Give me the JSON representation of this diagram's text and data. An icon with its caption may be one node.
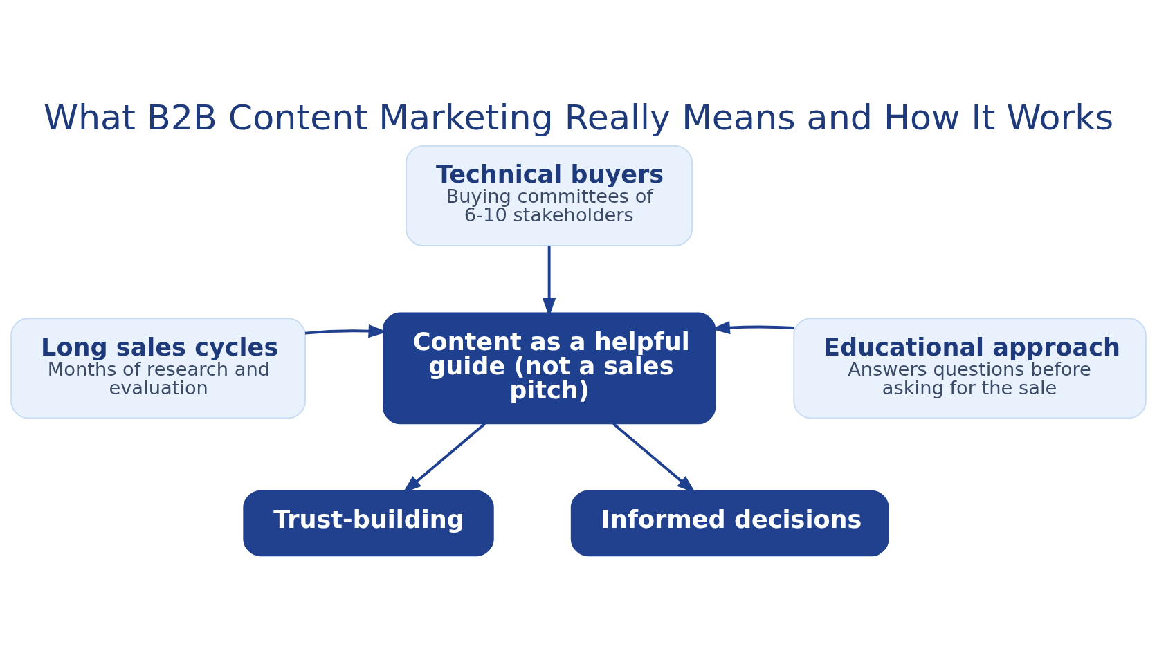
{
  "diagram": {
    "title": "What B2B Content Marketing Really Means and How It Works",
    "nodes": [
      {
        "text": [
          "Technical buyers",
          "Buying committees of 6-10 stakeholders"
        ]
      },
      {
        "text": [
          "Long sales cycles",
          "Months of research and evaluation"
        ]
      },
      {
        "text": [
          "Educational approach",
          "Answers questions before asking for the sale"
        ]
      },
      {
        "text": [
          "Content as a helpful guide (not a sales pitch)"
        ]
      },
      {
        "text": [
          "Trust-building"
        ]
      },
      {
        "text": [
          "Informed decisions"
        ]
      }
    ],
    "edges": [
      {
        "from": 0,
        "to": 3,
        "arrow": "to"
      },
      {
        "from": 1,
        "to": 3,
        "arrow": "to"
      },
      {
        "from": 2,
        "to": 3,
        "arrow": "to"
      },
      {
        "from": 3,
        "to": 4,
        "arrow": "to"
      },
      {
        "from": 3,
        "to": 5,
        "arrow": "to"
      }
    ]
  }
}
